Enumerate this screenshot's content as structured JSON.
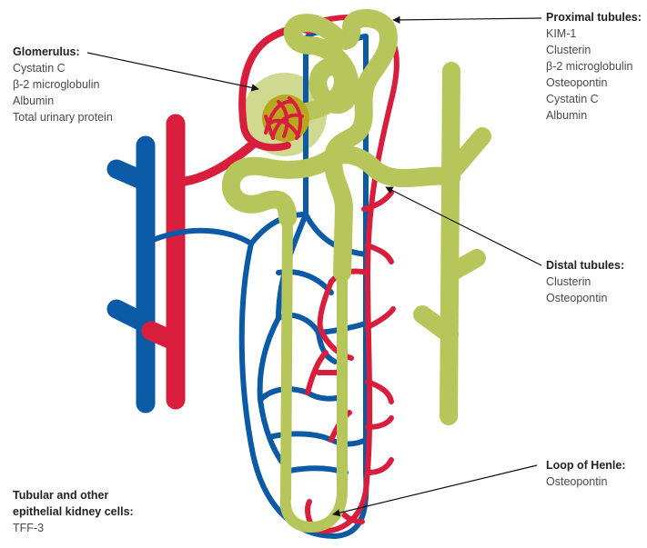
{
  "colors": {
    "artery": "#d81e3c",
    "vein": "#0a5aa6",
    "tubule": "#b7c65a",
    "glomerulus_halo": "#cfd98f",
    "glomerulus_core": "#b7a820"
  },
  "labels": {
    "glomerulus": {
      "title": "Glomerulus:",
      "items": [
        "Cystatin C",
        "β-2 microglobulin",
        "Albumin",
        "Total urinary protein"
      ]
    },
    "proximal": {
      "title": "Proximal tubules:",
      "items": [
        "KIM-1",
        "Clusterin",
        "β-2 microglobulin",
        "Osteopontin",
        "Cystatin C",
        "Albumin"
      ]
    },
    "distal": {
      "title": "Distal tubules:",
      "items": [
        "Clusterin",
        "Osteopontin"
      ]
    },
    "henle": {
      "title": "Loop of Henle:",
      "items": [
        "Osteopontin"
      ]
    },
    "tubular": {
      "title_line1": "Tubular and other",
      "title_line2": "epithelial kidney cells:",
      "items": [
        "TFF-3"
      ]
    }
  }
}
